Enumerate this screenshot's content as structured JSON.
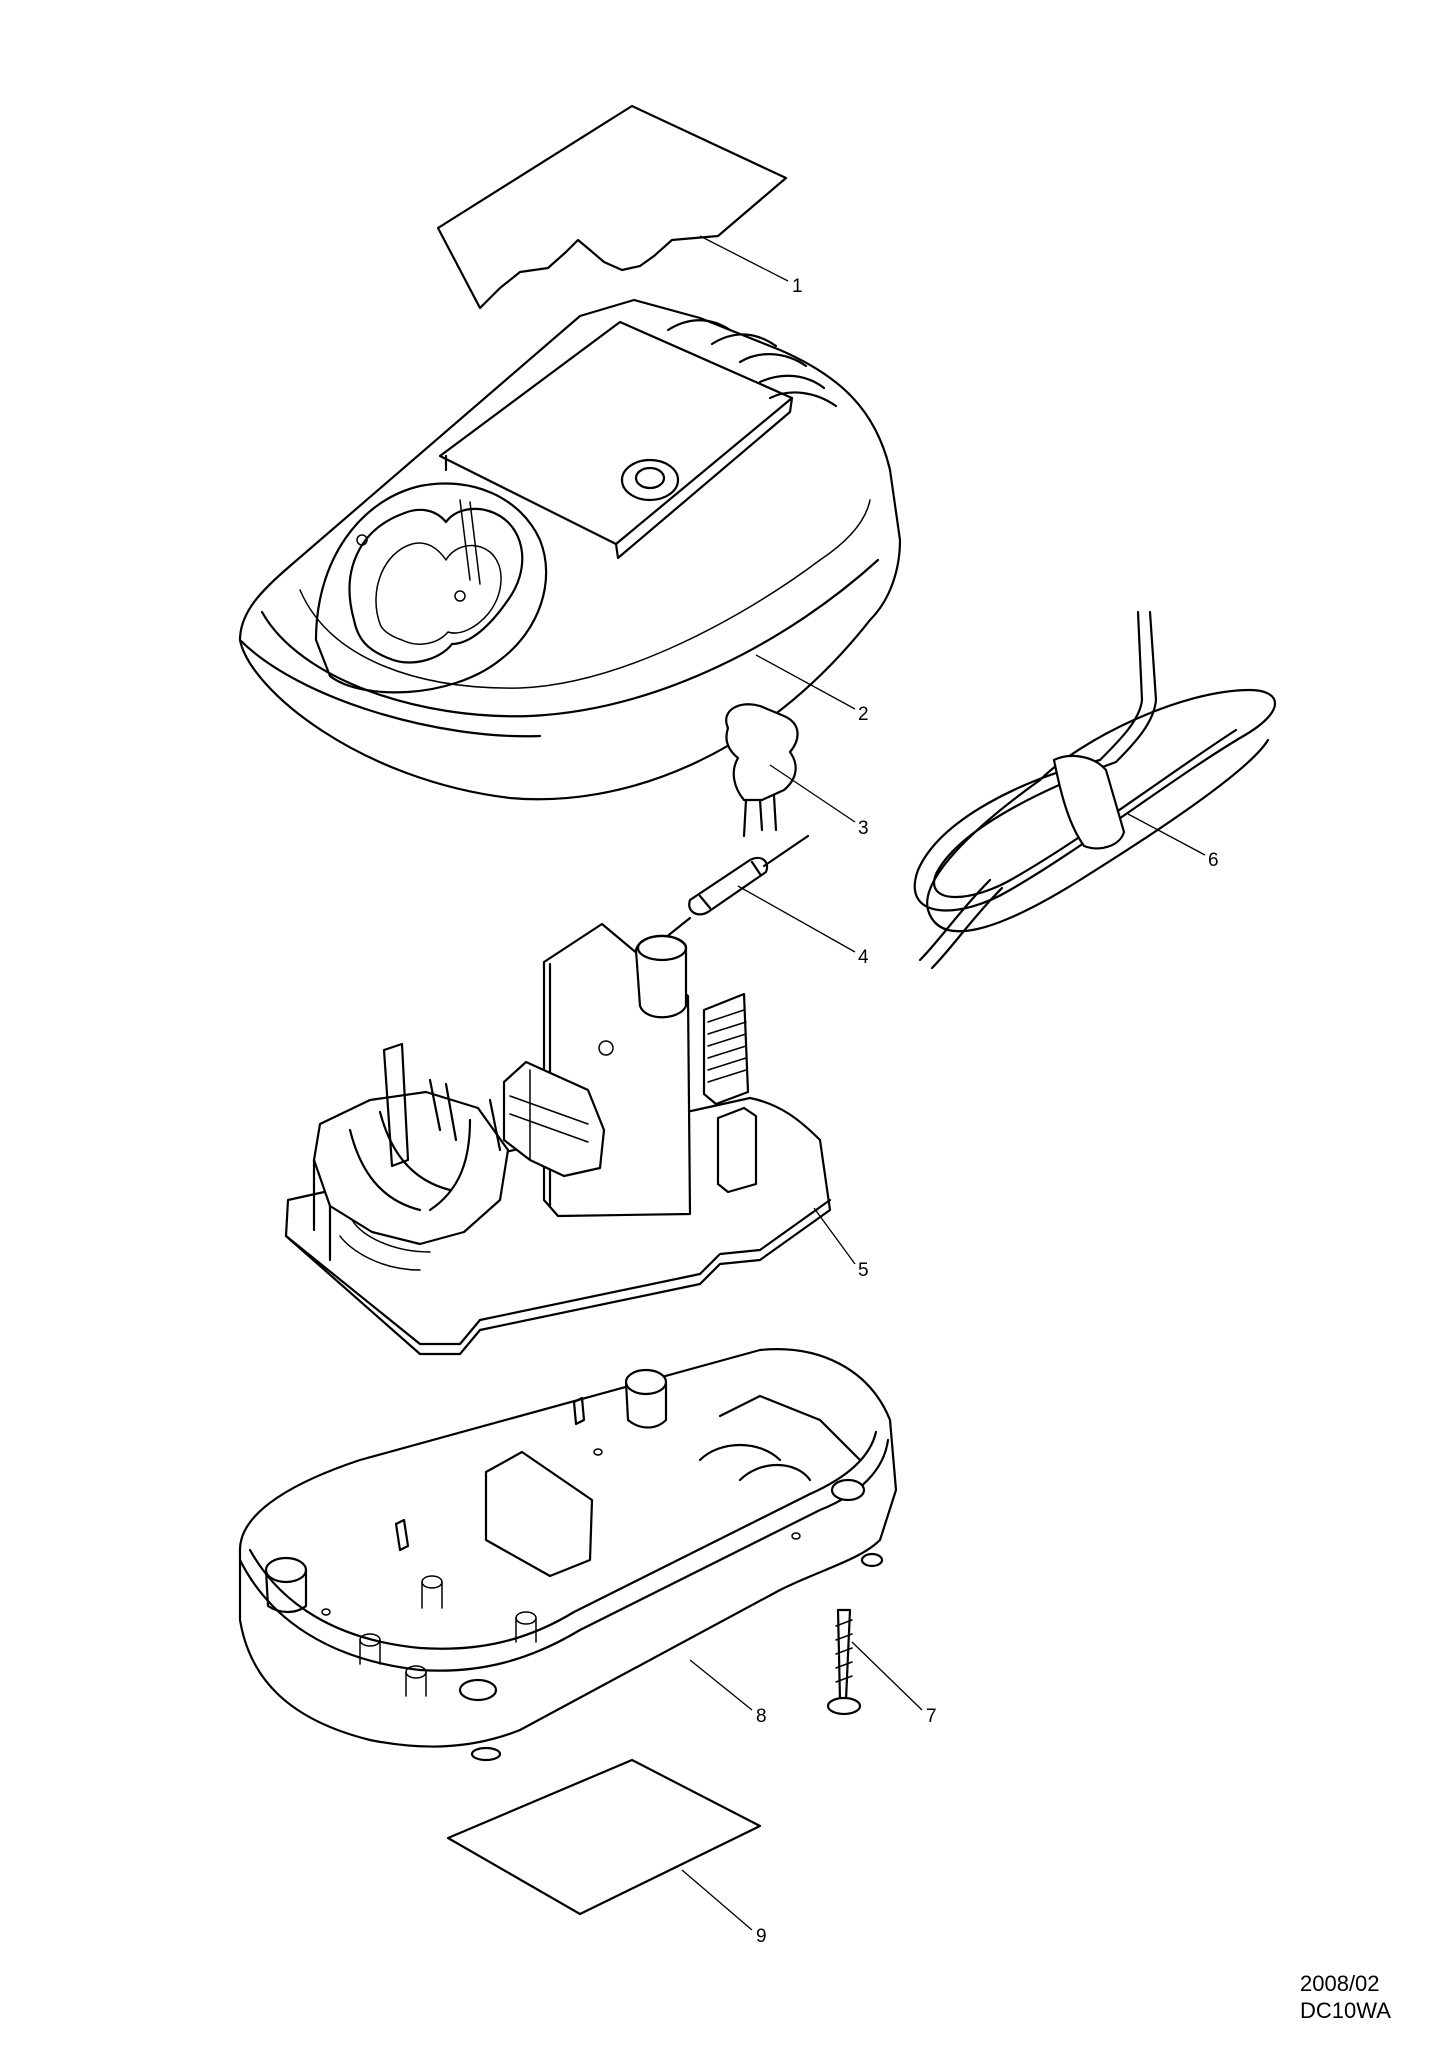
{
  "parts": [
    {
      "number": "1"
    },
    {
      "number": "2"
    },
    {
      "number": "3"
    },
    {
      "number": "4"
    },
    {
      "number": "5"
    },
    {
      "number": "6"
    },
    {
      "number": "7"
    },
    {
      "number": "8"
    },
    {
      "number": "9"
    }
  ],
  "footer": {
    "date": "2008/02",
    "model": "DC10WA"
  }
}
